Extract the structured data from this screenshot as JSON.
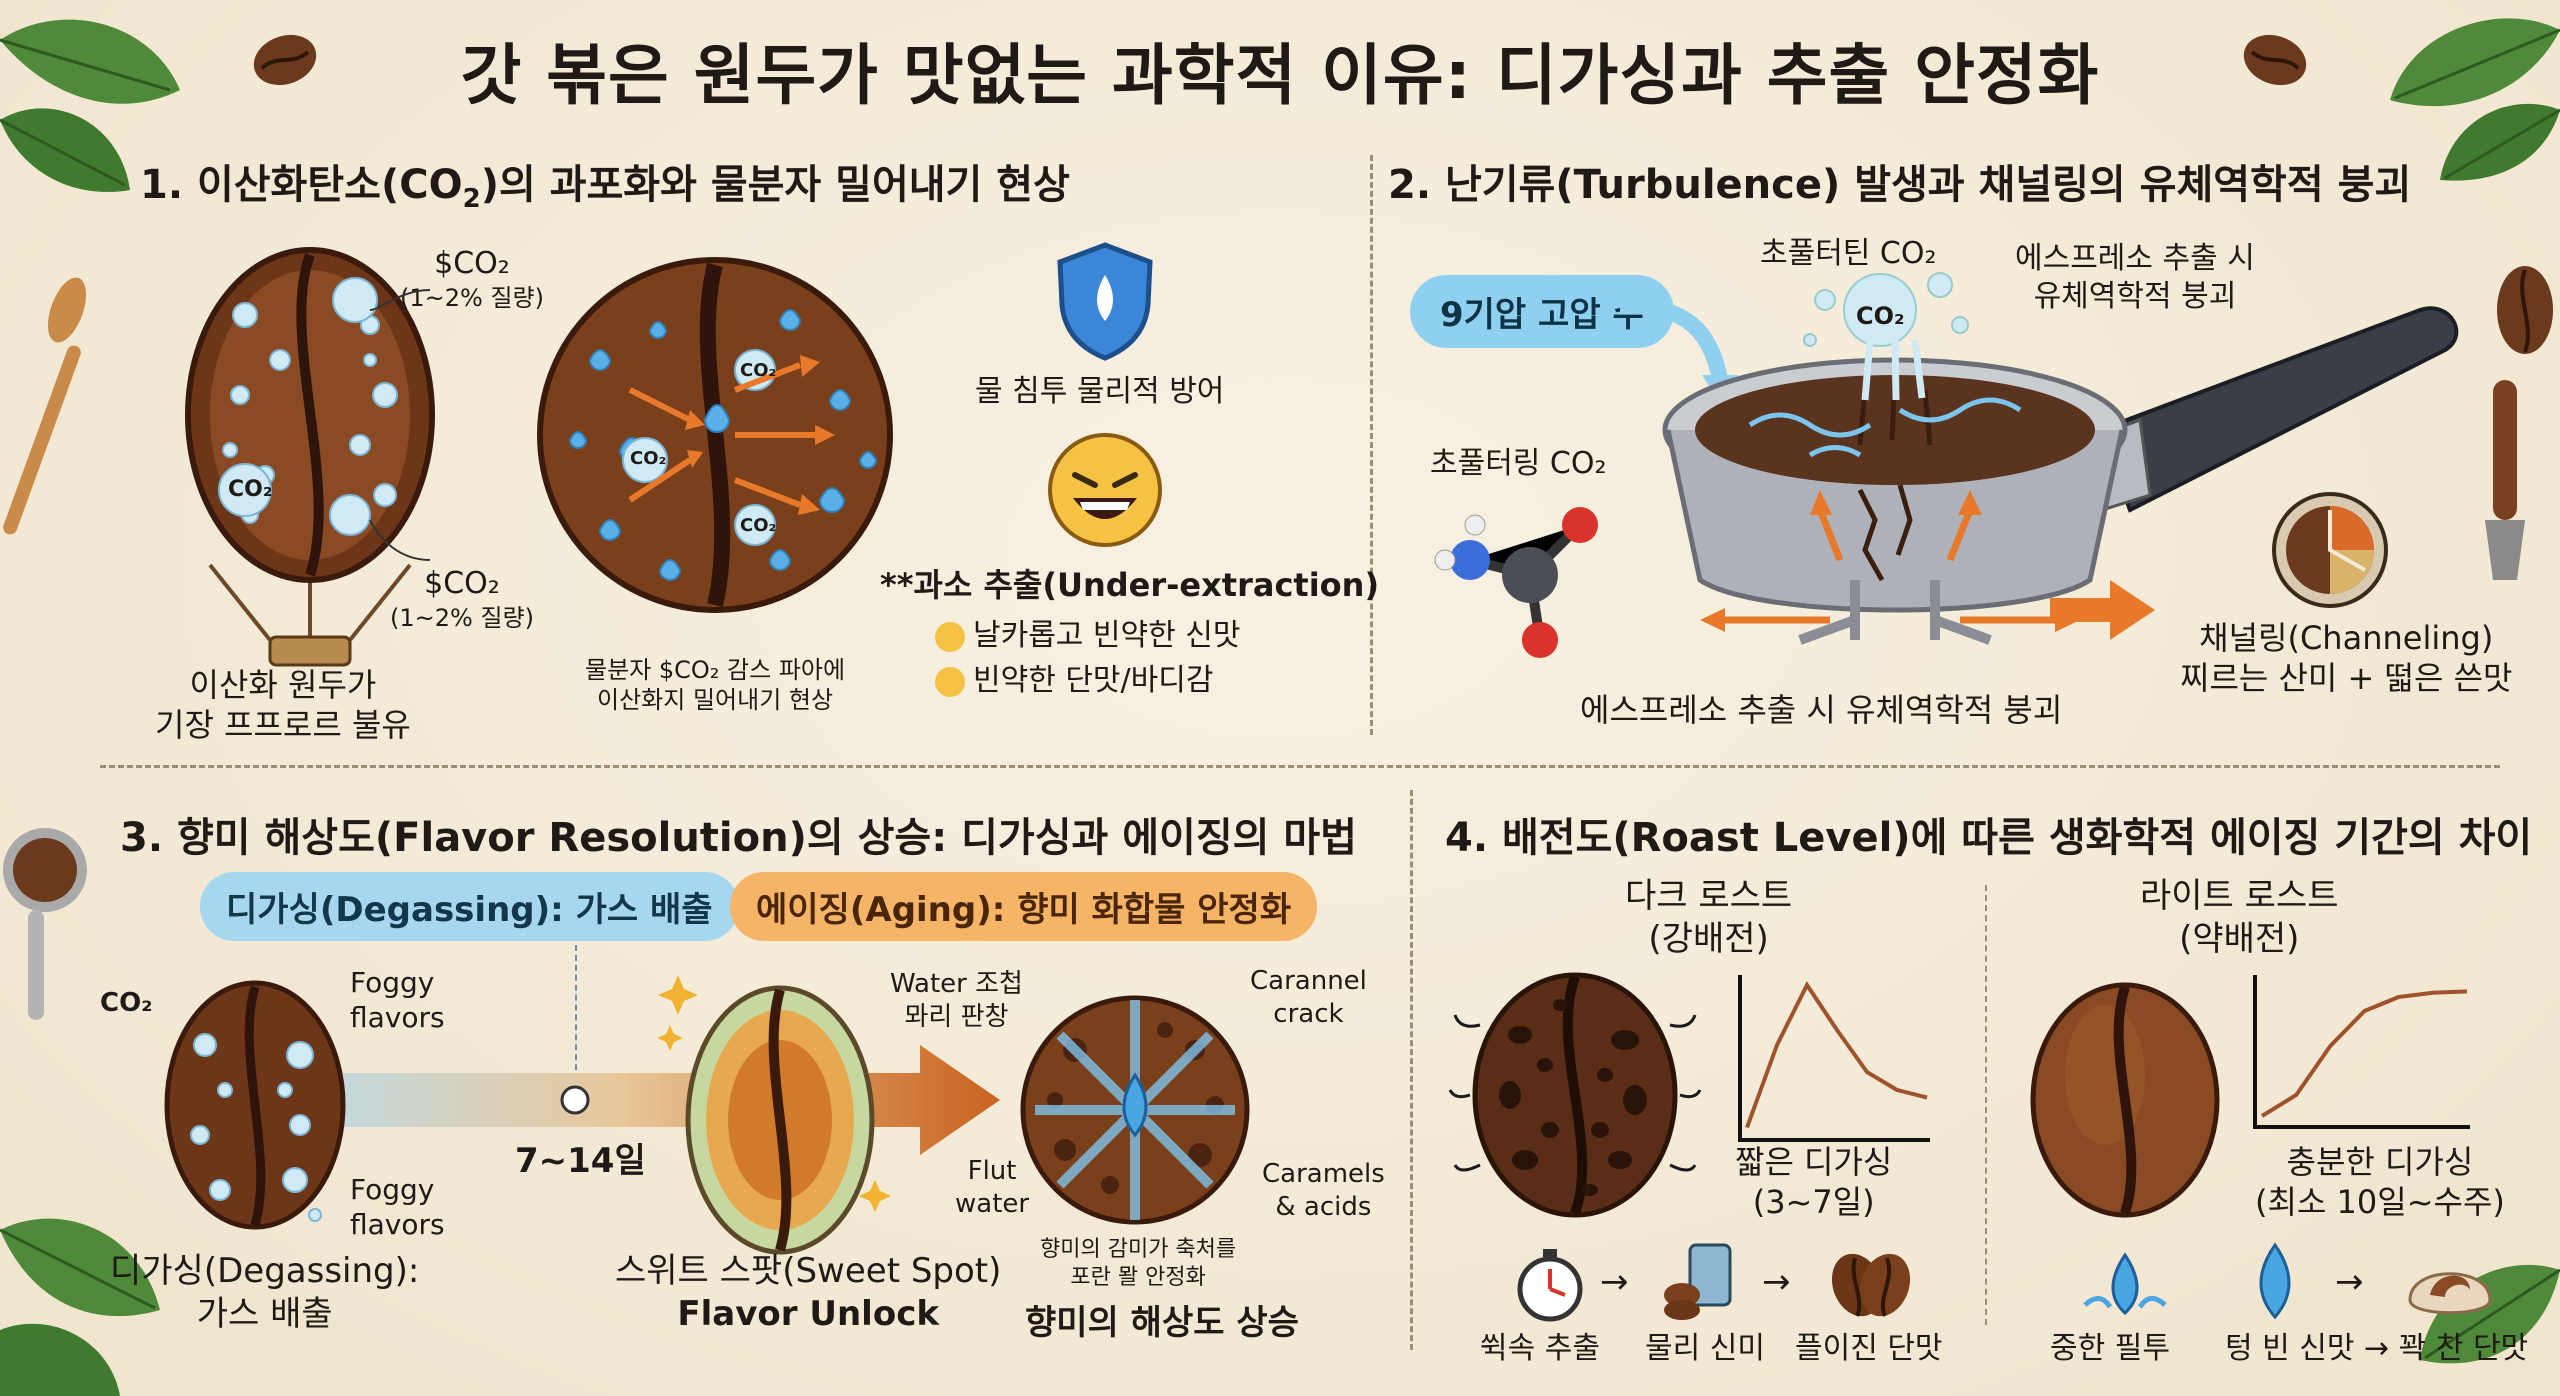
{
  "title": "갓 볶은 원두가 맛없는 과학적 이유: 디가싱과 추출 안정화",
  "colors": {
    "bean_dark": "#5a2e16",
    "bean_mid": "#8a4a24",
    "water_blue": "#4aa6e0",
    "arrow_orange": "#e8782a",
    "pill_blue": "#a6d7ee",
    "pill_orange": "#f5b466"
  },
  "section1": {
    "heading_prefix": "1. 이산화탄소(CO",
    "heading_sub": "2",
    "heading_suffix": ")의 과포화와 물분자 밀어내기 현상",
    "co2_top": "$CO₂",
    "co2_top_pct": "(1~2% 질량)",
    "co2_bottom": "$CO₂",
    "co2_bottom_pct": "(1~2% 질량)",
    "co2_bubble": "CO₂",
    "balloon_caption_1": "이산화 원두가",
    "balloon_caption_2": "기장 프프로르 불유",
    "cross_caption_1": "물분자 $CO₂ 감스 파아에",
    "cross_caption_2": "이산화지 밀어내기 현상",
    "shield_label": "물 침투 물리적 방어",
    "under_extraction": "**과소 추출(Under-extraction)",
    "bullet_1": "날카롭고 빈약한 신맛",
    "bullet_2": "빈약한 단맛/바디감"
  },
  "section2": {
    "heading": "2. 난기류(Turbulence) 발생과 채널링의 유체역학적 붕괴",
    "water_label": "9기압 고압 수",
    "co2_burst": "초풀터틴 CO₂",
    "collapse_label_1": "에스프레소 추출 시",
    "collapse_label_2": "유체역학적 붕괴",
    "co2_molecule": "초풀터링 CO₂",
    "bottom_caption": "에스프레소 추출 시 유체역학적 붕괴",
    "channeling": "채널링(Channeling)",
    "channeling_taste": "찌르는 산미 + 떫은 쓴맛"
  },
  "section3": {
    "heading": "3. 향미 해상도(Flavor Resolution)의 상승: 디가싱과 에이징의 마법",
    "pill_degas": "디가싱(Degassing): 가스 배출",
    "pill_aging": "에이징(Aging): 향미 화합물 안정화",
    "co2": "CO₂",
    "foggy_1": "Foggy",
    "foggy_2": "flavors",
    "days": "7~14일",
    "degas_caption_1": "디가싱(Degassing):",
    "degas_caption_2": "가스 배출",
    "sweet_spot": "스위트 스팟(Sweet Spot)",
    "flavor_unlock": "Flavor Unlock",
    "water_1": "Water 조첩",
    "water_2": "뫄리 판창",
    "caramel_1": "Carannel",
    "caramel_2": "crack",
    "flut_1": "Flut",
    "flut_2": "water",
    "caramels_1": "Caramels",
    "caramels_2": "& acids",
    "resolution_note_1": "향미의 감미가 축처를",
    "resolution_note_2": "포란 뫌 안정화",
    "resolution_caption": "향미의 해상도 상승"
  },
  "section4": {
    "heading": "4. 배전도(Roast Level)에 따른 생화학적 에이징 기간의 차이",
    "dark_title": "다크 로스트",
    "dark_sub": "(강배전)",
    "dark_degas": "짧은 디가싱",
    "dark_days": "(3~7일)",
    "light_title": "라이트 로스트",
    "light_sub": "(약배전)",
    "light_degas": "충분한 디가싱",
    "light_days": "(최소 10일~수주)",
    "dark_step_1": "쒹속 추출",
    "dark_step_2": "물리 신미",
    "dark_step_3": "플이진 단맛",
    "light_step_1": "중한 필투",
    "light_step_2": "텅 빈 신맛 → 꽉 찬 단맛"
  },
  "chart_data": [
    {
      "type": "line",
      "title": "",
      "xlabel": "",
      "ylabel": "",
      "series": [
        {
          "values": [
            0.05,
            0.6,
            1.0,
            0.7,
            0.42,
            0.3,
            0.25
          ]
        }
      ]
    },
    {
      "type": "line",
      "title": "",
      "xlabel": "",
      "ylabel": "",
      "series": [
        {
          "values": [
            0.05,
            0.2,
            0.55,
            0.8,
            0.9,
            0.93,
            0.94
          ]
        }
      ]
    }
  ]
}
